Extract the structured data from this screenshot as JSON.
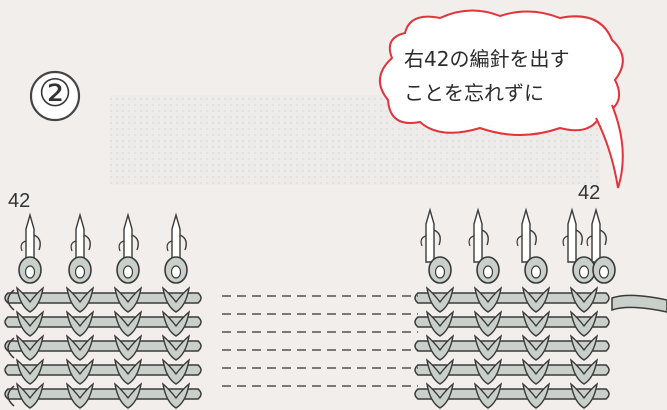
{
  "step_number": "②",
  "callout": {
    "line1": "右42の編針を出す",
    "line2": "ことを忘れずに"
  },
  "left_needle_label": "42",
  "right_needle_label": "42",
  "colors": {
    "background": "#f1eeec",
    "yarn_fill": "#c9d0cc",
    "outline": "#3a3a3a",
    "bubble_stroke": "#e0353b"
  }
}
